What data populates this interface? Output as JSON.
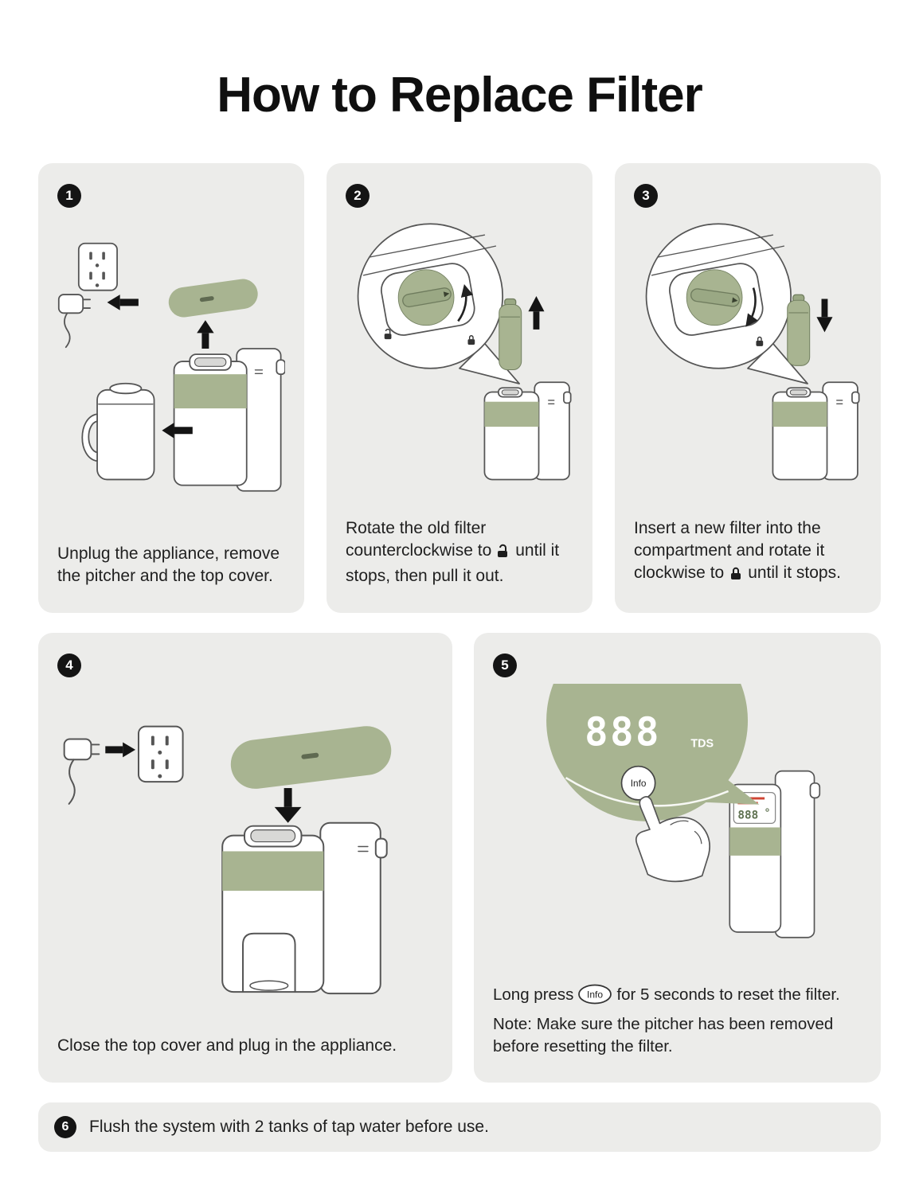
{
  "page": {
    "title": "How to Replace Filter"
  },
  "colors": {
    "accent_green": "#a8b491",
    "card_background": "#ececea",
    "badge_black": "#141414",
    "display_red": "#d0452f"
  },
  "steps": [
    {
      "number": "1",
      "caption": "Unplug the appliance, remove the pitcher and the top cover."
    },
    {
      "number": "2",
      "caption_before": "Rotate the old filter counterclockwise to",
      "icon": "unlock-icon",
      "caption_after": "until it stops, then pull it out."
    },
    {
      "number": "3",
      "caption_before": "Insert a new filter into the compartment and rotate it clockwise to",
      "icon": "lock-icon",
      "caption_after": "until it stops."
    },
    {
      "number": "4",
      "caption": "Close the top cover and plug in the appliance."
    },
    {
      "number": "5",
      "caption_before": "Long press",
      "info_label": "Info",
      "caption_after": "for 5 seconds to reset the filter.",
      "note": "Note: Make sure the pitcher has been removed before resetting the filter."
    }
  ],
  "display_zoom": {
    "digits": "888",
    "unit": "TDS",
    "info_label": "Info"
  },
  "appliance_display": {
    "digits": "888"
  },
  "footer": {
    "number": "6",
    "text": "Flush the system with 2 tanks of tap water before use."
  }
}
